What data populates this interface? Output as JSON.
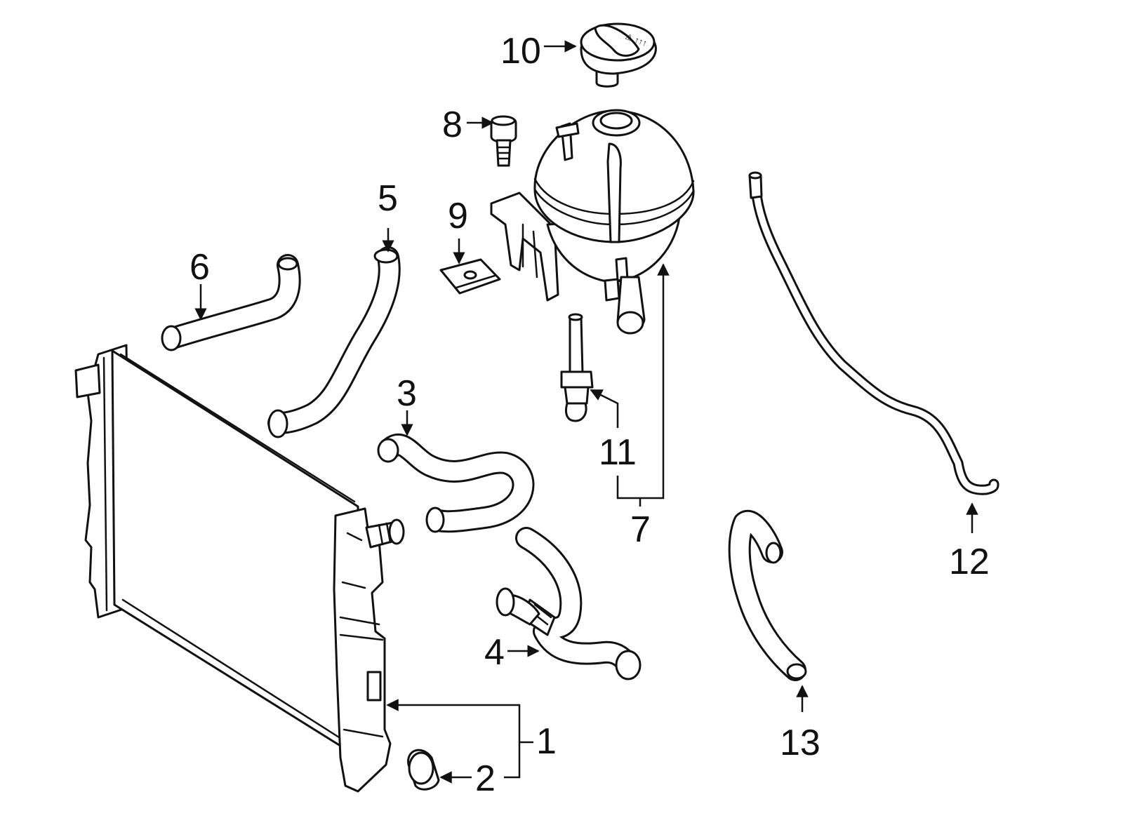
{
  "callouts": {
    "c1": "1",
    "c2": "2",
    "c3": "3",
    "c4": "4",
    "c5": "5",
    "c6": "6",
    "c7": "7",
    "c8": "8",
    "c9": "9",
    "c10": "10",
    "c11": "11",
    "c12": "12",
    "c13": "13"
  },
  "cap_embossed_text": "⚠ ↑↑↑"
}
